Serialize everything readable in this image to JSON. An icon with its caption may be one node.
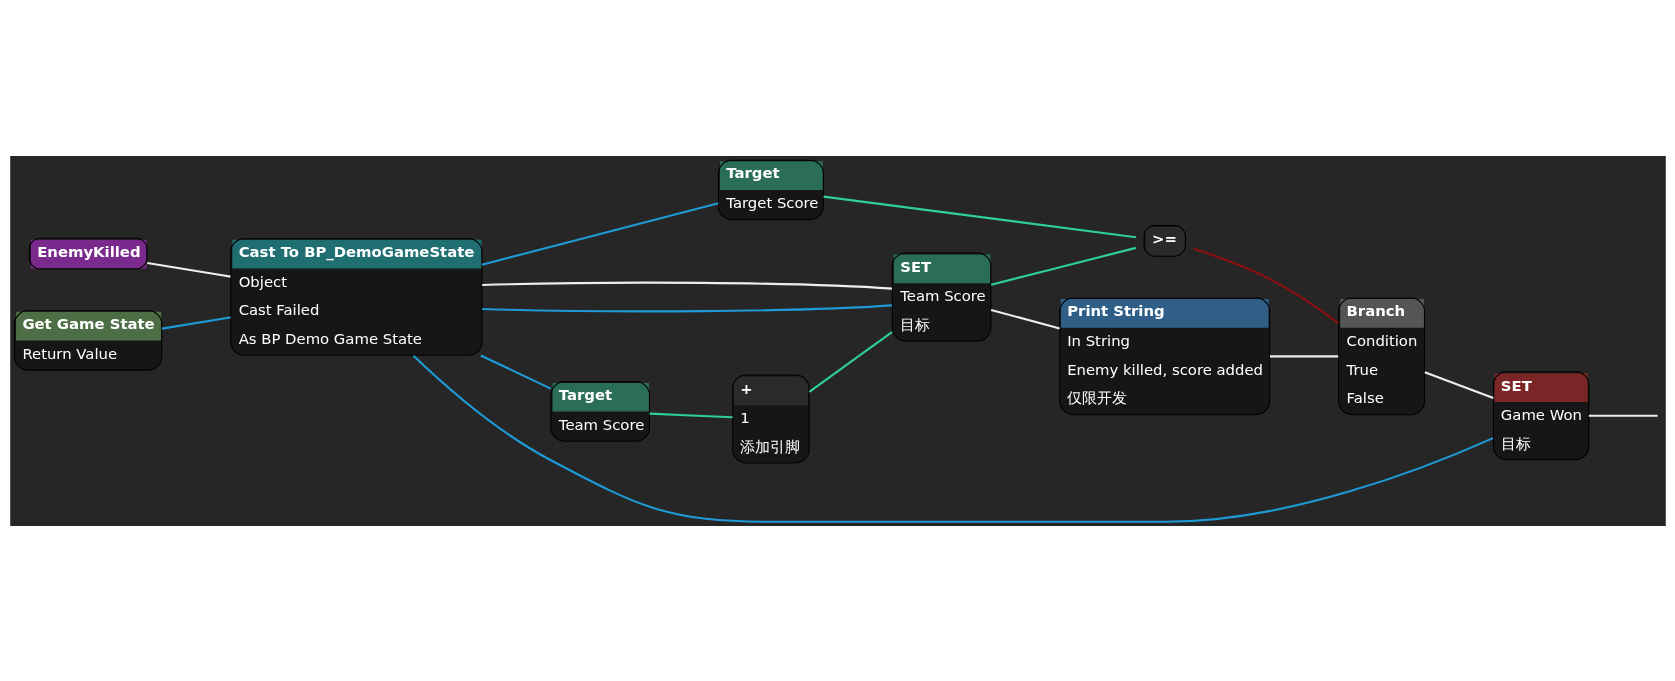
{
  "diagram": {
    "nodes": [
      {
        "text": [
          "EnemyKilled"
        ]
      },
      {
        "text": [
          "Cast To BP_DemoGameState",
          "Object",
          "Cast Failed",
          "As BP Demo Game State"
        ]
      },
      {
        "text": [
          "Get Game State",
          "Return Value"
        ]
      },
      {
        "text": [
          "Target",
          "Team Score"
        ]
      },
      {
        "text": [
          "+",
          "1",
          "添加引脚"
        ]
      },
      {
        "text": [
          "SET",
          "Team Score",
          "目标"
        ]
      },
      {
        "text": [
          "Print String",
          "In String",
          "Enemy killed, score added",
          "仅限开发"
        ]
      },
      {
        "text": [
          "Branch",
          "Condition",
          "True",
          "False"
        ]
      },
      {
        "text": [
          "SET",
          "Game Won",
          "目标"
        ]
      },
      {
        "text": [
          ">="
        ]
      },
      {
        "text": [
          "Target",
          "Target Score"
        ]
      }
    ],
    "edges": [
      {
        "from": 0,
        "to": 1,
        "arrow": "none"
      },
      {
        "from": 2,
        "to": 1,
        "arrow": "none",
        "color": "#1e9ad6"
      },
      {
        "from": 1,
        "to": 3,
        "arrow": "none",
        "color": "#1e9ad6"
      },
      {
        "from": 1,
        "to": 8,
        "arrow": "none",
        "color": "#1e9ad6"
      },
      {
        "from": 1,
        "to": 5,
        "arrow": "none",
        "color": "#1e9ad6"
      },
      {
        "from": 1,
        "to": 10,
        "arrow": "none",
        "color": "#1e9ad6"
      },
      {
        "from": 1,
        "to": 5,
        "arrow": "none"
      },
      {
        "from": 3,
        "to": 4,
        "arrow": "none",
        "color": "#2ecf9a"
      },
      {
        "from": 4,
        "to": 5,
        "arrow": "none",
        "color": "#2ecf9a"
      },
      {
        "from": 5,
        "to": 6,
        "arrow": "none"
      },
      {
        "from": 5,
        "to": 9,
        "arrow": "none",
        "color": "#2ecf9a"
      },
      {
        "from": 10,
        "to": 9,
        "arrow": "none",
        "color": "#2ecf9a"
      },
      {
        "from": 9,
        "to": 7,
        "arrow": "none",
        "color": "#8a1010"
      },
      {
        "from": 6,
        "to": 7,
        "arrow": "none"
      },
      {
        "from": 7,
        "to": 8,
        "arrow": "none"
      },
      {
        "from": 8,
        "to": null,
        "arrow": "none"
      }
    ]
  }
}
